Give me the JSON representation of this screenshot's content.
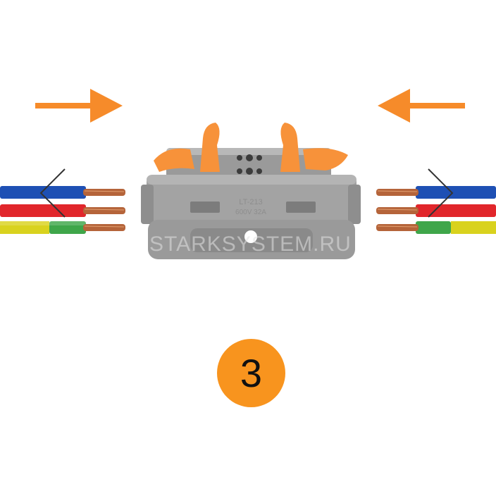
{
  "photo": {
    "subject": "lever-wire-connector-photo",
    "connector_model_label": "LT-213",
    "connector_rating_label": "600V 32A",
    "watermark_text": "STARKSYSTEM.RU"
  },
  "colors": {
    "arrow": "#F68B2A",
    "lever": "#F7923A",
    "connector_body": "#A3A3A3",
    "wire_blue": "#1E50B4",
    "wire_red": "#E1262B",
    "wire_yellow": "#D9D21E",
    "wire_green": "#3FA64A",
    "copper": "#B5643A",
    "badge": "#F8941E",
    "badge_text": "#111111"
  },
  "icons": {
    "left_arrow": "arrow-right-icon",
    "right_arrow": "arrow-left-icon",
    "prev": "chevron-left-icon",
    "next": "chevron-right-icon"
  },
  "step": {
    "number": "3"
  }
}
